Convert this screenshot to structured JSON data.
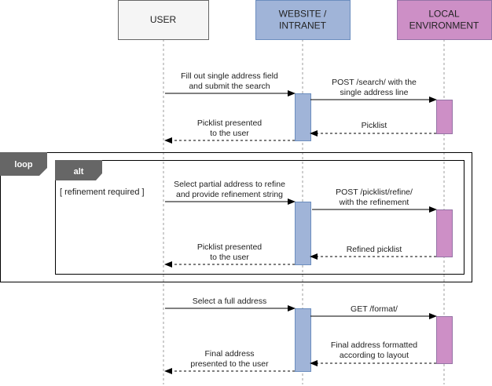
{
  "participants": [
    {
      "id": "user",
      "lines": [
        "USER"
      ],
      "fill": "#f5f5f5",
      "stroke": "#666666"
    },
    {
      "id": "website",
      "lines": [
        "WEBSITE /",
        "INTRANET"
      ],
      "fill": "#a0b4d8",
      "stroke": "#6c8ebf"
    },
    {
      "id": "local",
      "lines": [
        "LOCAL",
        "ENVIRONMENT"
      ],
      "fill": "#cd8fc6",
      "stroke": "#9673a6"
    }
  ],
  "frames": {
    "loop": {
      "label": "loop"
    },
    "alt": {
      "label": "alt",
      "guard": "[ refinement required ]"
    }
  },
  "messages": [
    {
      "id": "fill-out-search",
      "lines": [
        "Fill out single address field",
        "and submit the search"
      ],
      "style": "solid"
    },
    {
      "id": "post-search",
      "lines": [
        "POST /search/ with the",
        "single address line"
      ],
      "style": "solid"
    },
    {
      "id": "picklist-return",
      "lines": [
        "Picklist"
      ],
      "style": "dashed"
    },
    {
      "id": "picklist-presented-1",
      "lines": [
        "Picklist presented",
        "to the user"
      ],
      "style": "dashed"
    },
    {
      "id": "select-partial",
      "lines": [
        "Select partial address to refine",
        "and provide refinement string"
      ],
      "style": "solid"
    },
    {
      "id": "post-refine",
      "lines": [
        "POST /picklist/refine/",
        "with the refinement"
      ],
      "style": "solid"
    },
    {
      "id": "refined-picklist",
      "lines": [
        "Refined picklist"
      ],
      "style": "dashed"
    },
    {
      "id": "picklist-presented-2",
      "lines": [
        "Picklist presented",
        "to the user"
      ],
      "style": "dashed"
    },
    {
      "id": "select-full",
      "lines": [
        "Select a full address"
      ],
      "style": "solid"
    },
    {
      "id": "get-format",
      "lines": [
        "GET /format/"
      ],
      "style": "solid"
    },
    {
      "id": "final-formatted",
      "lines": [
        "Final address formatted",
        "according to layout"
      ],
      "style": "dashed"
    },
    {
      "id": "final-presented",
      "lines": [
        "Final address",
        "presented to the user"
      ],
      "style": "dashed"
    }
  ],
  "colors": {
    "line": "#000000",
    "lifeline": "#9e9e9e",
    "frame_tab": "#666666",
    "website_activation": "#a0b4d8",
    "local_activation": "#cd8fc6"
  }
}
